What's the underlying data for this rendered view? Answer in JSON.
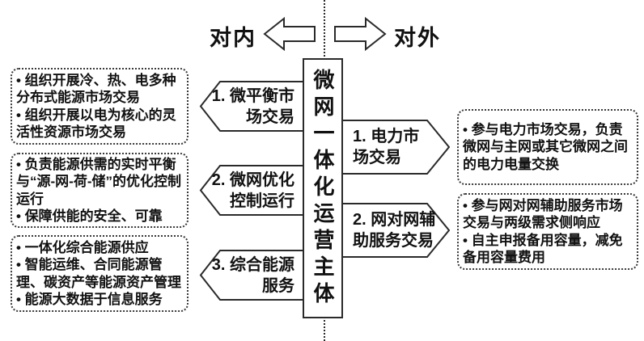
{
  "diagram": {
    "title": "微网一体化运营主体",
    "direction_labels": {
      "internal": "对内",
      "external": "对外"
    },
    "internal": {
      "channels": [
        {
          "label": "1. 微平衡市场交易",
          "lines": [
            "1. 微平衡市",
            "场交易"
          ]
        },
        {
          "label": "2. 微网优化控制运行",
          "lines": [
            "2. 微网优化",
            "控制运行"
          ]
        },
        {
          "label": "3. 综合能源服务",
          "lines": [
            "3. 综合能源",
            "服务"
          ]
        }
      ],
      "detail_boxes": [
        {
          "bullets": [
            "• 组织开展冷、热、电多种分布式能源市场交易",
            "• 组织开展以电为核心的灵活性资源市场交易"
          ]
        },
        {
          "bullets": [
            "• 负责能源供需的实时平衡与“源-网-荷-储”的优化控制运行",
            "• 保障供能的安全、可靠"
          ]
        },
        {
          "bullets": [
            "• 一体化综合能源供应",
            "• 智能运维、合同能源管理、碳资产等能源资产管理",
            "• 能源大数据于信息服务"
          ]
        }
      ]
    },
    "external": {
      "channels": [
        {
          "label": "1. 电力市场交易",
          "lines": [
            "1. 电力市",
            "场交易"
          ]
        },
        {
          "label": "2. 网对网辅助服务交易",
          "lines": [
            "2. 网对网辅",
            "助服务交易"
          ]
        }
      ],
      "detail_boxes": [
        {
          "bullets": [
            "• 参与电力市场交易，负责微网与主网或其它微网之间的电力电量交换"
          ]
        },
        {
          "bullets": [
            "• 参与网对网辅助服务市场交易与两级需求侧响应",
            "• 自主申报备用容量，减免备用容量费用"
          ]
        }
      ]
    },
    "colors": {
      "ink": "#1a1a1a",
      "background": "#ffffff"
    }
  }
}
